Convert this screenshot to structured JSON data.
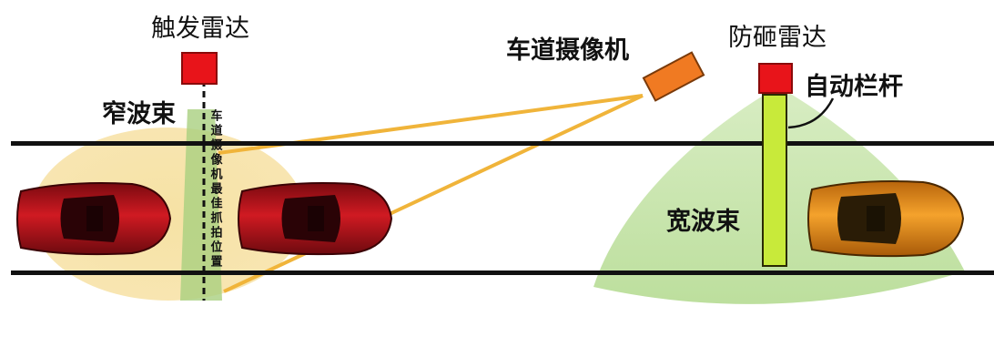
{
  "labels": {
    "trigger_radar": "触发雷达",
    "narrow_beam": "窄波束",
    "lane_camera": "车道摄像机",
    "anti_smash_radar": "防砸雷达",
    "auto_barrier": "自动栏杆",
    "wide_beam": "宽波束",
    "vertical_note": "车道摄像机最佳抓拍位置"
  },
  "colors": {
    "radar": "#e8141a",
    "camera": "#f07a22",
    "narrow_beam_fill": "#f4dc9a",
    "narrow_beam_core": "#a8cf7a",
    "camera_ray": "#f0b43a",
    "wide_beam_fill": "#bfe0a2",
    "barrier": "#c8ea3a",
    "road_line": "#111111",
    "car_red": "#b5141c",
    "car_orange": "#e8901c"
  },
  "icons": {
    "car_left": "red-car-icon",
    "car_middle": "red-car-icon",
    "car_right": "orange-car-icon"
  }
}
